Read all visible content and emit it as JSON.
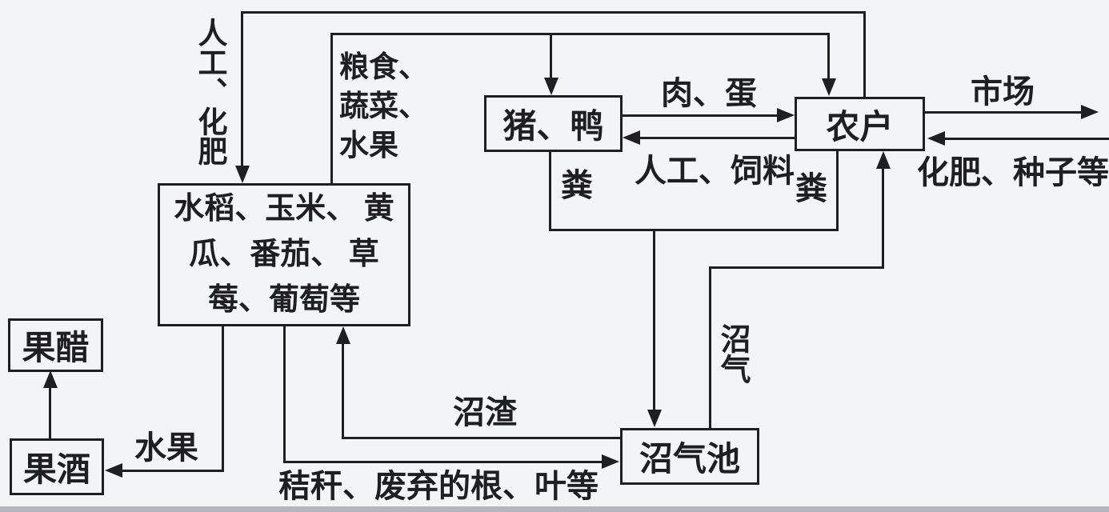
{
  "colors": {
    "page_background": "#f3f4f6",
    "line_color": "#1f1f23",
    "bottom_strip": "#b5b6bb"
  },
  "nodes": {
    "crops": {
      "label": "水稻、玉米、\n黄瓜、番茄、\n草莓、葡萄等"
    },
    "pigs_ducks": {
      "label": "猪、鸭"
    },
    "farmer": {
      "label": "农户"
    },
    "fruit_vinegar": {
      "label": "果醋"
    },
    "fruit_wine": {
      "label": "果酒"
    },
    "biogas_digester": {
      "label": "沼气池"
    }
  },
  "edges": {
    "labor_fertilizer": {
      "label": "人工、化肥",
      "from": "farmer",
      "to": "crops"
    },
    "grain_veg_fruit": {
      "label": "粮食、\n蔬菜、\n水果",
      "from": "crops",
      "to": "pigs_ducks, farmer"
    },
    "meat_eggs": {
      "label": "肉、蛋",
      "from": "pigs_ducks",
      "to": "farmer"
    },
    "labor_feed": {
      "label": "人工、饲料",
      "from": "farmer",
      "to": "pigs_ducks"
    },
    "market": {
      "label": "市场",
      "from": "farmer",
      "to": "market"
    },
    "fertilizer_seeds": {
      "label": "化肥、种子等",
      "from": "market",
      "to": "farmer"
    },
    "manure_pigs": {
      "label": "粪",
      "from": "pigs_ducks",
      "to": "biogas_digester"
    },
    "manure_farmer": {
      "label": "粪",
      "from": "farmer",
      "to": "biogas_digester"
    },
    "biogas": {
      "label": "沼气",
      "from": "biogas_digester",
      "to": "farmer"
    },
    "biogas_residue": {
      "label": "沼渣",
      "from": "biogas_digester",
      "to": "crops"
    },
    "straw_roots_leaves": {
      "label": "秸秆、废弃的根、叶等",
      "from": "crops",
      "to": "biogas_digester"
    },
    "fruit": {
      "label": "水果",
      "from": "crops",
      "to": "fruit_wine"
    }
  }
}
